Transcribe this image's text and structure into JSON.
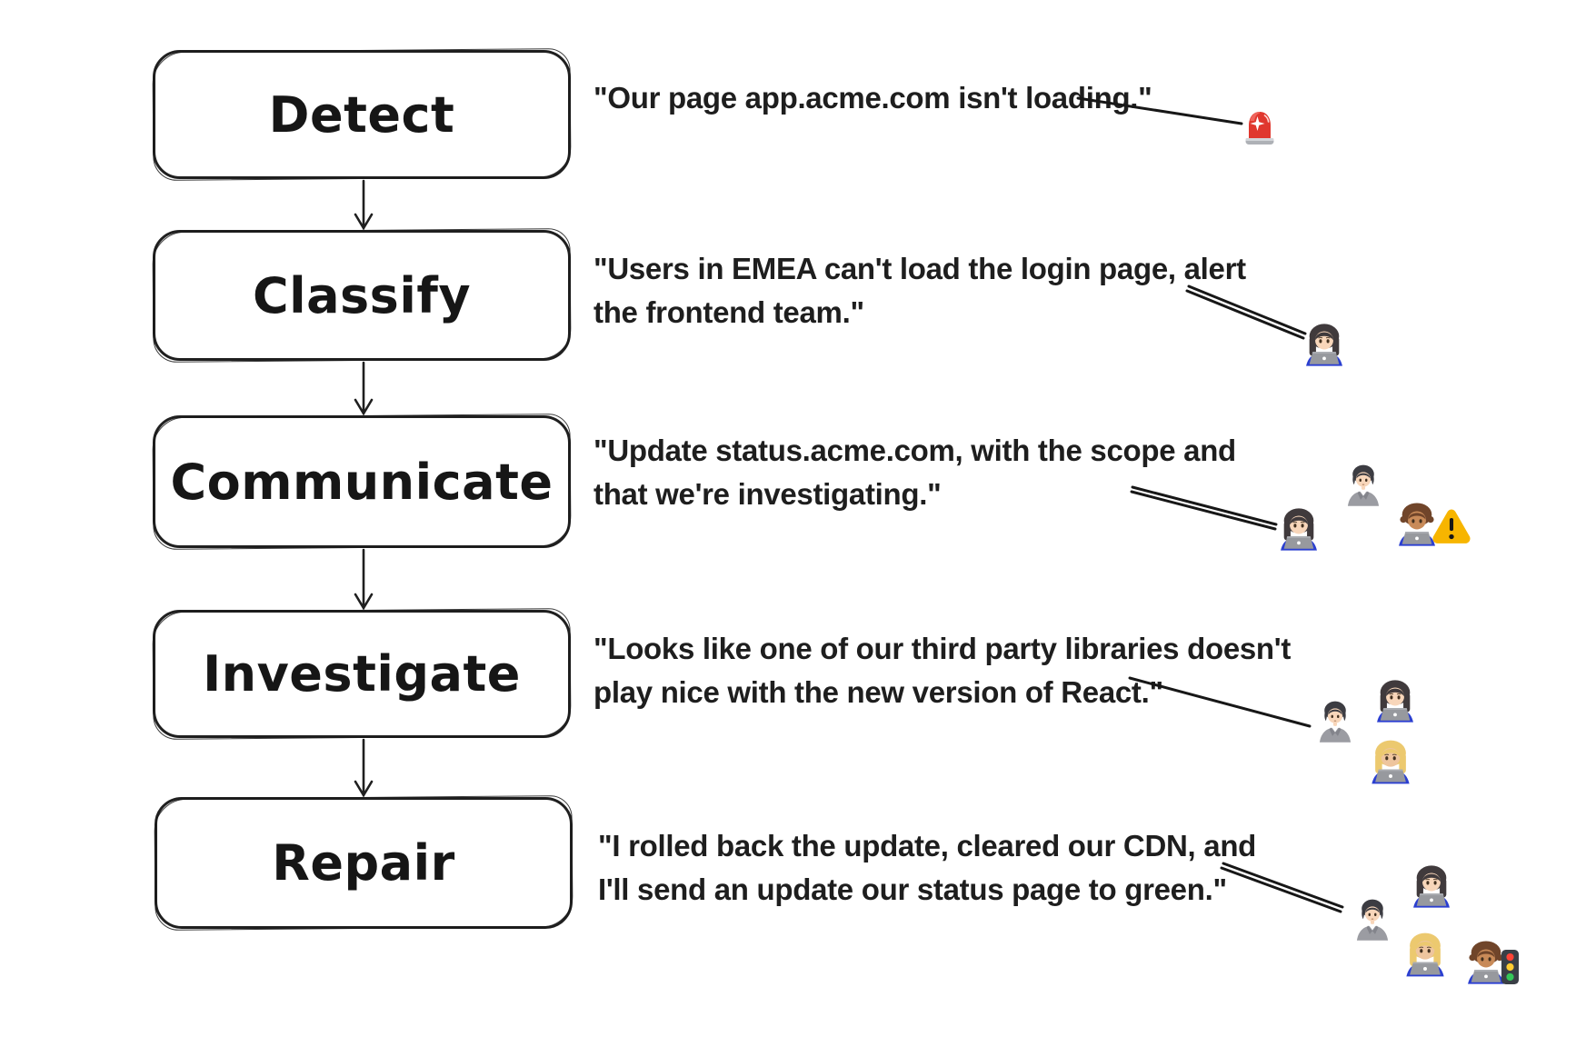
{
  "diagram_title": "",
  "steps": [
    {
      "label": "Detect",
      "quote_lines": [
        "\"Our page app.acme.com isn't loading.\""
      ],
      "icons": [
        "police-light"
      ]
    },
    {
      "label": "Classify",
      "quote_lines": [
        "\"Users in EMEA can't load the login page, alert",
        "the frontend team.\""
      ],
      "icons": [
        "woman-technologist"
      ]
    },
    {
      "label": "Communicate",
      "quote_lines": [
        "\"Update status.acme.com, with the scope and",
        "that we're investigating.\""
      ],
      "icons": [
        "woman-technologist",
        "office-worker",
        "technologist-medium-skin",
        "warning-sign"
      ]
    },
    {
      "label": "Investigate",
      "quote_lines": [
        "\"Looks like one of our third party libraries doesn't",
        "play nice with the new version of React.\""
      ],
      "icons": [
        "office-worker",
        "woman-technologist",
        "woman-technologist-blonde"
      ]
    },
    {
      "label": "Repair",
      "quote_lines": [
        "\"I rolled back the update, cleared our CDN, and",
        "I'll send an update our status page to green.\""
      ],
      "icons": [
        "office-worker",
        "woman-technologist",
        "woman-technologist-blonde",
        "technologist-medium-skin",
        "traffic-light"
      ]
    }
  ],
  "colors": {
    "ink": "#1f1f1f",
    "background": "#ffffff",
    "siren_red": "#e0372e",
    "warning_yellow": "#f7b500",
    "shirt_blue": "#2b3fd0",
    "laptop_gray": "#97999e",
    "traffic_red": "#ff4436",
    "traffic_yellow": "#ffcc32",
    "traffic_green": "#34c759"
  }
}
